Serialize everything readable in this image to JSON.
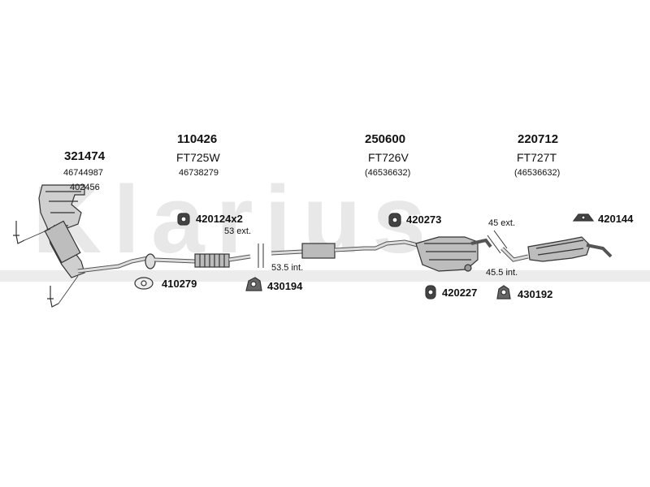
{
  "brand": {
    "watermark": "Klarius"
  },
  "groups": [
    {
      "code": "321474",
      "oe": "46744987",
      "sub": "402456"
    },
    {
      "code": "110426",
      "ref": "FT725W",
      "oe": "46738279"
    },
    {
      "code": "250600",
      "ref": "FT726V",
      "oe": "(46536632)"
    },
    {
      "code": "220712",
      "ref": "FT727T",
      "oe": "(46536632)"
    }
  ],
  "fittings": [
    {
      "code": "420124x2",
      "icon": "rubber-hanger-icon"
    },
    {
      "code": "410279",
      "icon": "gasket-icon"
    },
    {
      "code": "430194",
      "icon": "clamp-icon"
    },
    {
      "code": "420273",
      "icon": "rubber-hanger-icon"
    },
    {
      "code": "420227",
      "icon": "rubber-hanger-icon"
    },
    {
      "code": "430192",
      "icon": "clamp-icon"
    },
    {
      "code": "420144",
      "icon": "rubber-mount-icon"
    }
  ],
  "dimensions": {
    "d1_ext": "53 ext.",
    "d1_int": "53.5 int.",
    "d2_ext": "45 ext.",
    "d2_int": "45.5 int."
  }
}
